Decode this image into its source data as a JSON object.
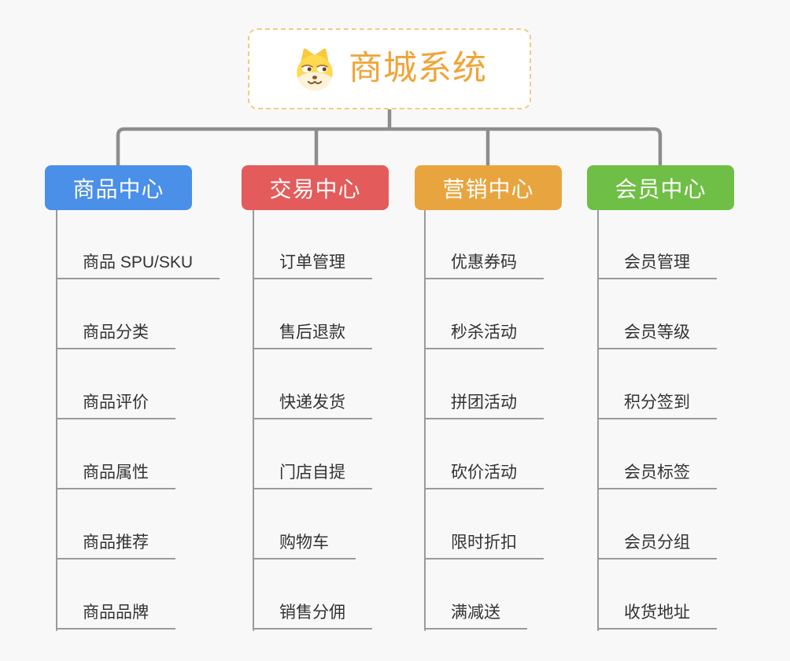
{
  "root": {
    "title": "商城系统",
    "icon": "dog-face-icon",
    "accent_color": "#f0a437",
    "border_color": "#f3cb82"
  },
  "connector_color": "#8d8d8d",
  "leaf_line_color": "#9a9a9a",
  "background_color": "#f8f8f8",
  "branches": [
    {
      "label": "商品中心",
      "color": "#4a8fe8",
      "items": [
        "商品 SPU/SKU",
        "商品分类",
        "商品评价",
        "商品属性",
        "商品推荐",
        "商品品牌"
      ]
    },
    {
      "label": "交易中心",
      "color": "#e45b5b",
      "items": [
        "订单管理",
        "售后退款",
        "快递发货",
        "门店自提",
        "购物车",
        "销售分佣"
      ]
    },
    {
      "label": "营销中心",
      "color": "#e8a53f",
      "items": [
        "优惠券码",
        "秒杀活动",
        "拼团活动",
        "砍价活动",
        "限时折扣",
        "满减送"
      ]
    },
    {
      "label": "会员中心",
      "color": "#6fbf46",
      "items": [
        "会员管理",
        "会员等级",
        "积分签到",
        "会员标签",
        "会员分组",
        "收货地址"
      ]
    }
  ]
}
